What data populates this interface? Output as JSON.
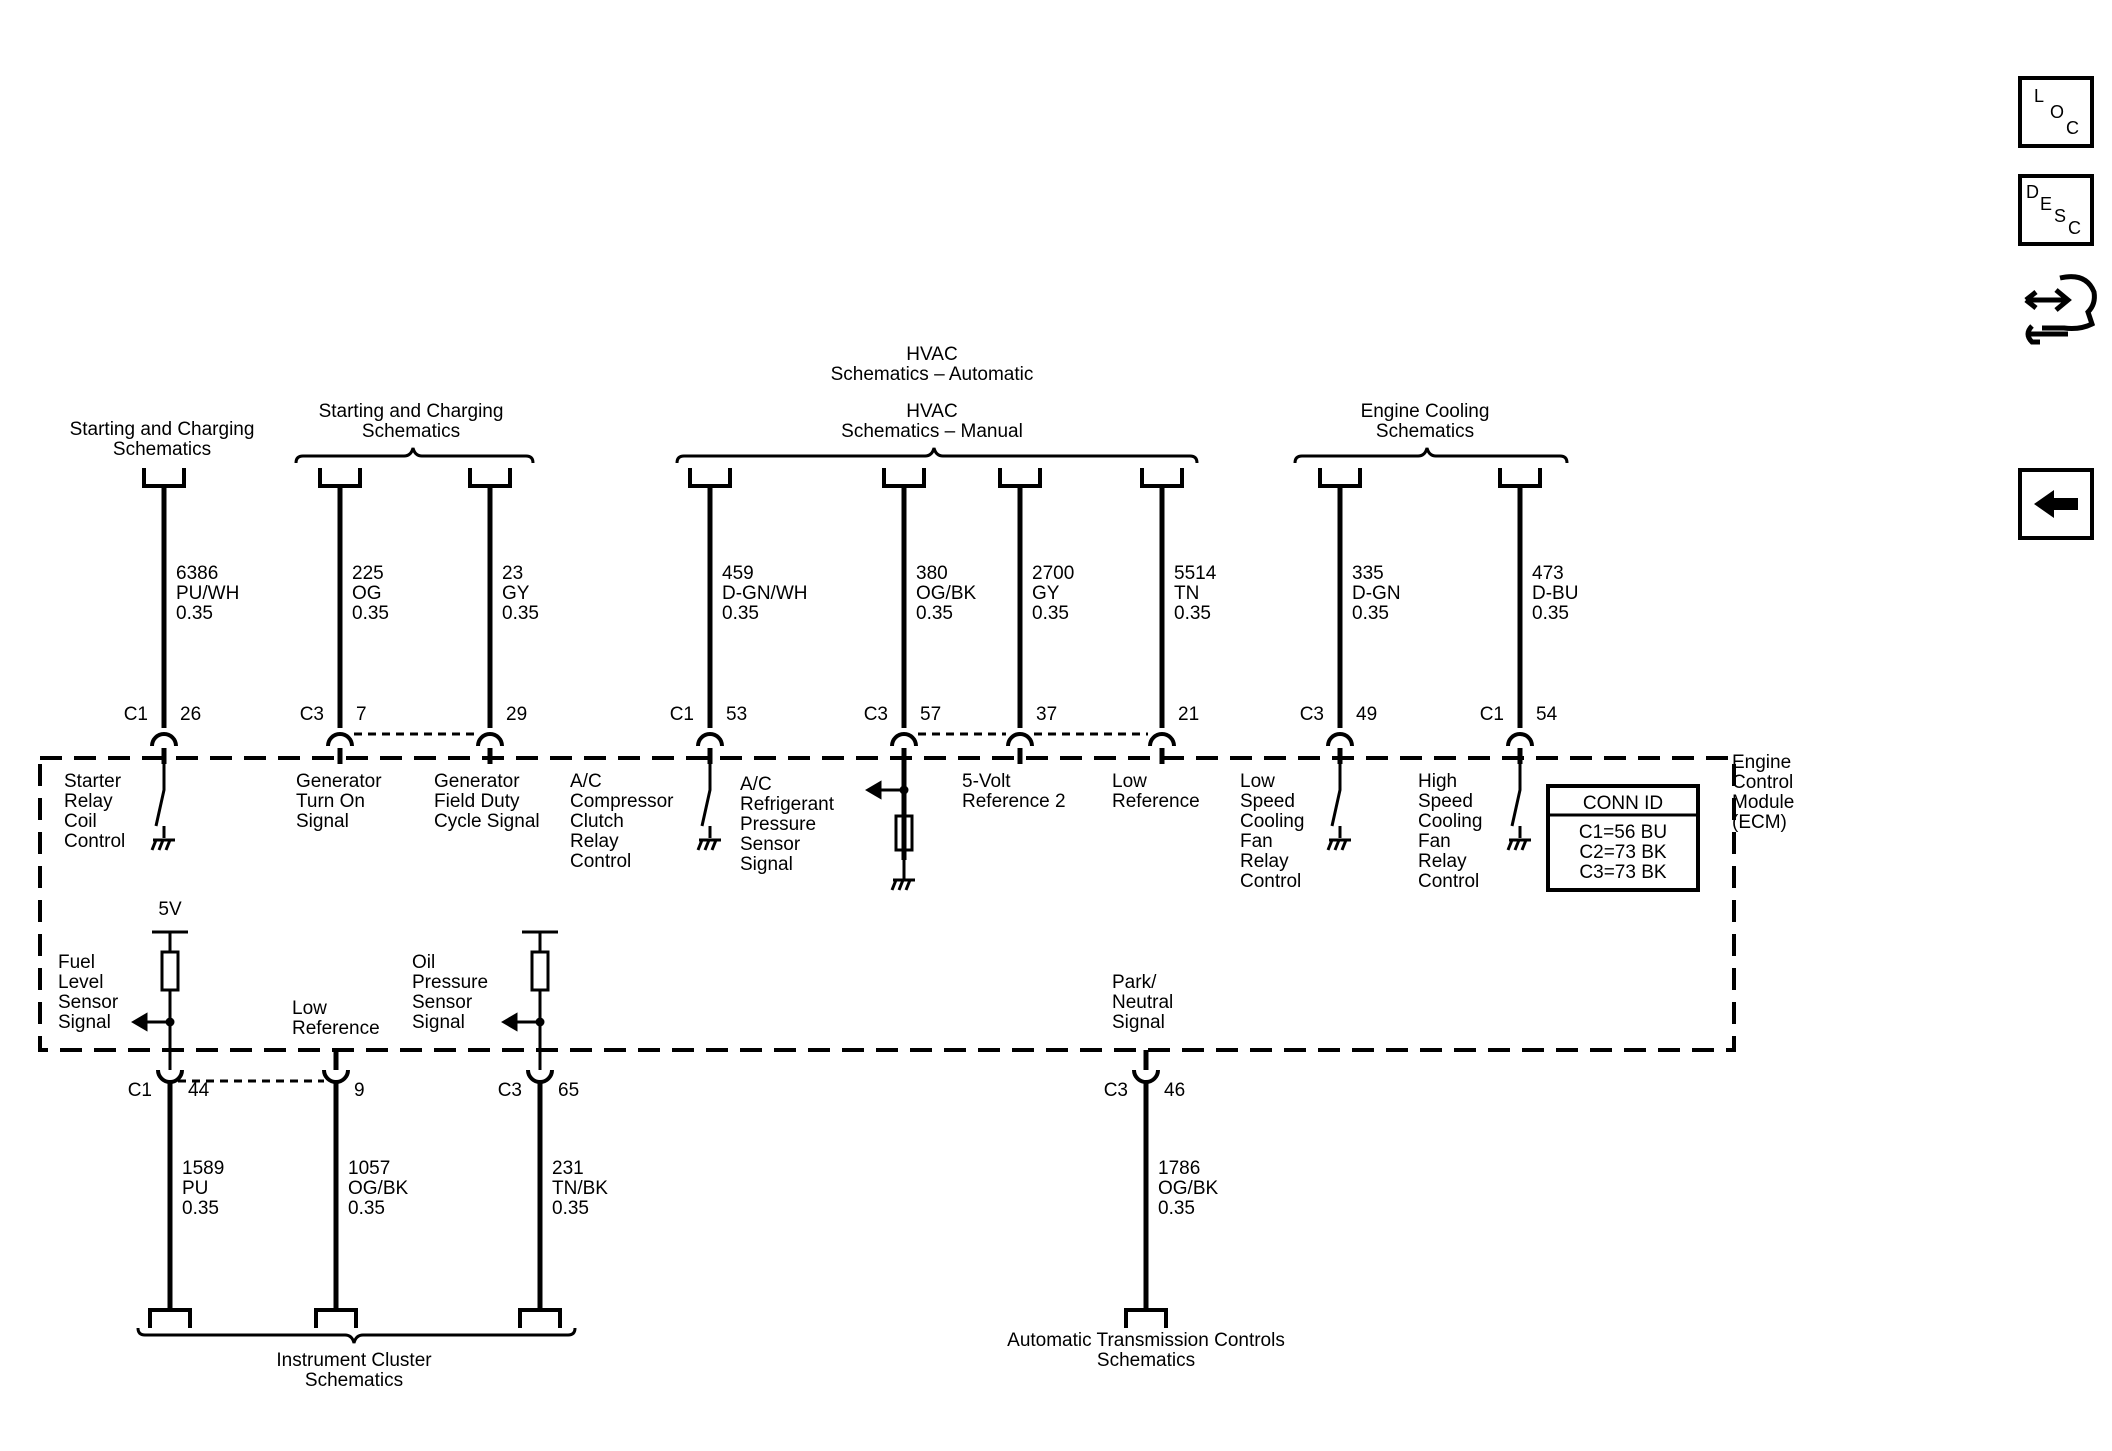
{
  "top_labels": {
    "starting_charging_1": [
      "Starting and Charging",
      "Schematics"
    ],
    "starting_charging_2": [
      "Starting and Charging",
      "Schematics"
    ],
    "hvac_auto": [
      "HVAC",
      "Schematics – Automatic"
    ],
    "hvac_manual": [
      "HVAC",
      "Schematics – Manual"
    ],
    "engine_cooling": [
      "Engine Cooling",
      "Schematics"
    ]
  },
  "bottom_labels": {
    "instrument_cluster": [
      "Instrument Cluster",
      "Schematics"
    ],
    "auto_trans": [
      "Automatic Transmission Controls",
      "Schematics"
    ]
  },
  "module": {
    "name": [
      "Engine",
      "Control",
      "Module",
      "(ECM)"
    ],
    "conn_id": {
      "title": "CONN ID",
      "rows": [
        "C1=56 BU",
        "C2=73 BK",
        "C3=73 BK"
      ]
    }
  },
  "top_circuits": [
    {
      "id": "starter",
      "connector": "C1",
      "pin": "26",
      "circuit": "6386",
      "color": "PU/WH",
      "size": "0.35",
      "function": [
        "Starter",
        "Relay",
        "Coil",
        "Control"
      ]
    },
    {
      "id": "gen-turn-on",
      "connector": "C3",
      "pin": "7",
      "circuit": "225",
      "color": "OG",
      "size": "0.35",
      "function": [
        "Generator",
        "Turn On",
        "Signal"
      ]
    },
    {
      "id": "gen-field",
      "connector": "",
      "pin": "29",
      "circuit": "23",
      "color": "GY",
      "size": "0.35",
      "function": [
        "Generator",
        "Field Duty",
        "Cycle Signal"
      ]
    },
    {
      "id": "ac-clutch",
      "connector": "C1",
      "pin": "53",
      "circuit": "459",
      "color": "D-GN/WH",
      "size": "0.35",
      "function": [
        "A/C",
        "Compressor",
        "Clutch",
        "Relay",
        "Control"
      ]
    },
    {
      "id": "ac-pressure",
      "connector": "C3",
      "pin": "57",
      "circuit": "380",
      "color": "OG/BK",
      "size": "0.35",
      "function": [
        "A/C",
        "Refrigerant",
        "Pressure",
        "Sensor",
        "Signal"
      ]
    },
    {
      "id": "5v-ref",
      "connector": "",
      "pin": "37",
      "circuit": "2700",
      "color": "GY",
      "size": "0.35",
      "function": [
        "5-Volt",
        "Reference 2"
      ]
    },
    {
      "id": "low-ref-top",
      "connector": "",
      "pin": "21",
      "circuit": "5514",
      "color": "TN",
      "size": "0.35",
      "function": [
        "Low",
        "Reference"
      ]
    },
    {
      "id": "low-fan",
      "connector": "C3",
      "pin": "49",
      "circuit": "335",
      "color": "D-GN",
      "size": "0.35",
      "function": [
        "Low",
        "Speed",
        "Cooling",
        "Fan",
        "Relay",
        "Control"
      ]
    },
    {
      "id": "high-fan",
      "connector": "C1",
      "pin": "54",
      "circuit": "473",
      "color": "D-BU",
      "size": "0.35",
      "function": [
        "High",
        "Speed",
        "Cooling",
        "Fan",
        "Relay",
        "Control"
      ]
    }
  ],
  "bottom_circuits": [
    {
      "id": "fuel-level",
      "connector": "C1",
      "pin": "44",
      "circuit": "1589",
      "color": "PU",
      "size": "0.35",
      "function": [
        "Fuel",
        "Level",
        "Sensor",
        "Signal"
      ]
    },
    {
      "id": "low-ref-bottom",
      "connector": "",
      "pin": "9",
      "circuit": "1057",
      "color": "OG/BK",
      "size": "0.35",
      "function": [
        "Low",
        "Reference"
      ]
    },
    {
      "id": "oil-pressure",
      "connector": "C3",
      "pin": "65",
      "circuit": "231",
      "color": "TN/BK",
      "size": "0.35",
      "function": [
        "Oil",
        "Pressure",
        "Sensor",
        "Signal"
      ]
    },
    {
      "id": "park-neutral",
      "connector": "C3",
      "pin": "46",
      "circuit": "1786",
      "color": "OG/BK",
      "size": "0.35",
      "function": [
        "Park/",
        "Neutral",
        "Signal"
      ]
    }
  ],
  "supply_label": "5V",
  "nav_icons": {
    "loc": {
      "letters": [
        "L",
        "O",
        "C"
      ]
    },
    "desc": {
      "letters": [
        "D",
        "E",
        "S",
        "C"
      ]
    },
    "connector": "connector-view-icon",
    "back": "back-arrow-icon"
  }
}
